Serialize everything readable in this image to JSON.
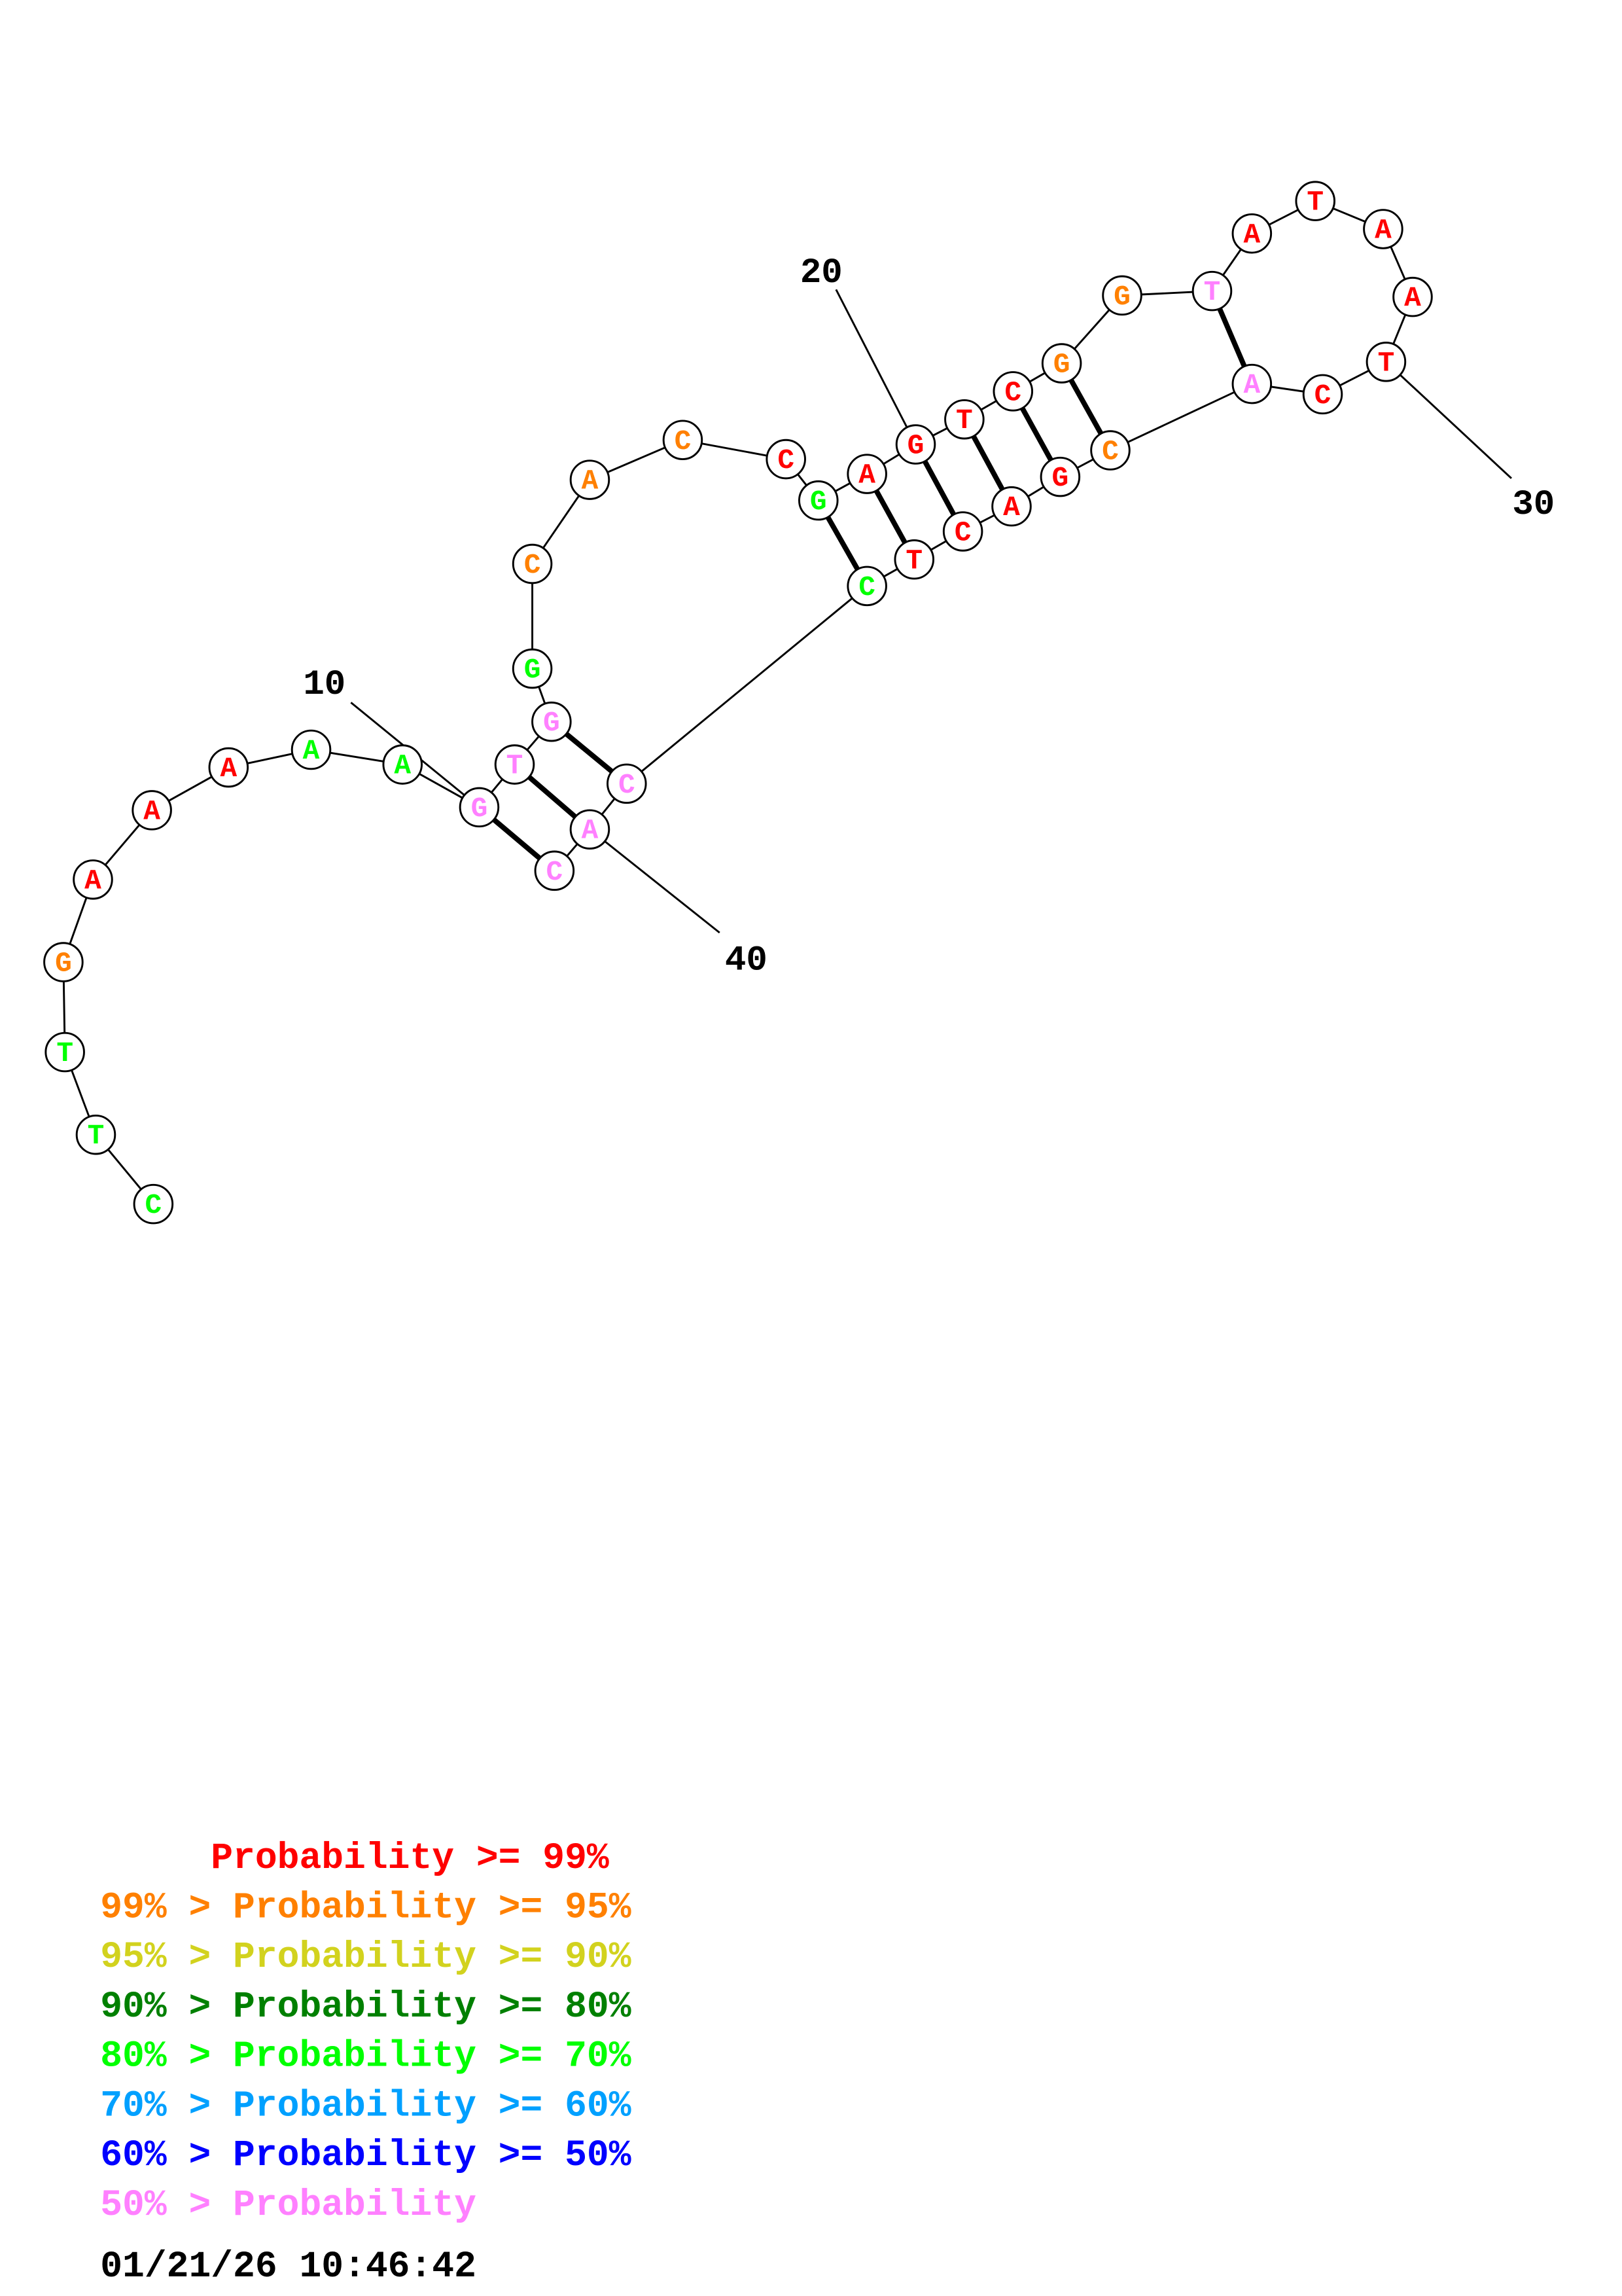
{
  "colors": {
    "p99": "#ff0000",
    "p95": "#ff8000",
    "p90": "#d2d21e",
    "p80": "#008000",
    "p70": "#00ff00",
    "p60": "#00a0ff",
    "p50": "#0000ff",
    "plow": "#ff80ff"
  },
  "sequence": [
    {
      "n": "C",
      "c": "p70"
    },
    {
      "n": "T",
      "c": "p70"
    },
    {
      "n": "T",
      "c": "p70"
    },
    {
      "n": "G",
      "c": "p95"
    },
    {
      "n": "A",
      "c": "p99"
    },
    {
      "n": "A",
      "c": "p99"
    },
    {
      "n": "A",
      "c": "p99"
    },
    {
      "n": "A",
      "c": "p70"
    },
    {
      "n": "A",
      "c": "p70"
    },
    {
      "n": "G",
      "c": "plow"
    },
    {
      "n": "T",
      "c": "plow"
    },
    {
      "n": "G",
      "c": "plow"
    },
    {
      "n": "G",
      "c": "p70"
    },
    {
      "n": "C",
      "c": "p95"
    },
    {
      "n": "A",
      "c": "p95"
    },
    {
      "n": "C",
      "c": "p95"
    },
    {
      "n": "C",
      "c": "p99"
    },
    {
      "n": "G",
      "c": "p70"
    },
    {
      "n": "A",
      "c": "p99"
    },
    {
      "n": "G",
      "c": "p99"
    },
    {
      "n": "T",
      "c": "p99"
    },
    {
      "n": "C",
      "c": "p99"
    },
    {
      "n": "G",
      "c": "p95"
    },
    {
      "n": "G",
      "c": "p95"
    },
    {
      "n": "T",
      "c": "plow"
    },
    {
      "n": "A",
      "c": "p99"
    },
    {
      "n": "T",
      "c": "p99"
    },
    {
      "n": "A",
      "c": "p99"
    },
    {
      "n": "A",
      "c": "p99"
    },
    {
      "n": "T",
      "c": "p99"
    },
    {
      "n": "C",
      "c": "p99"
    },
    {
      "n": "A",
      "c": "plow"
    },
    {
      "n": "C",
      "c": "p95"
    },
    {
      "n": "G",
      "c": "p99"
    },
    {
      "n": "A",
      "c": "p99"
    },
    {
      "n": "C",
      "c": "p99"
    },
    {
      "n": "T",
      "c": "p99"
    },
    {
      "n": "C",
      "c": "p70"
    },
    {
      "n": "C",
      "c": "plow"
    },
    {
      "n": "A",
      "c": "plow"
    },
    {
      "n": "C",
      "c": "plow"
    }
  ],
  "pairs": [
    [
      10,
      41
    ],
    [
      11,
      40
    ],
    [
      12,
      39
    ],
    [
      18,
      38
    ],
    [
      19,
      37
    ],
    [
      20,
      36
    ],
    [
      21,
      35
    ],
    [
      22,
      34
    ],
    [
      23,
      33
    ],
    [
      25,
      32
    ]
  ],
  "position_labels": [
    "10",
    "20",
    "30",
    "40"
  ],
  "legend": [
    {
      "text": "     Probability >= 99%",
      "c": "p99"
    },
    {
      "text": "99% > Probability >= 95%",
      "c": "p95"
    },
    {
      "text": "95% > Probability >= 90%",
      "c": "p90"
    },
    {
      "text": "90% > Probability >= 80%",
      "c": "p80"
    },
    {
      "text": "80% > Probability >= 70%",
      "c": "p70"
    },
    {
      "text": "70% > Probability >= 60%",
      "c": "p60"
    },
    {
      "text": "60% > Probability >= 50%",
      "c": "p50"
    },
    {
      "text": "50% > Probability",
      "c": "plow"
    }
  ],
  "timestamp": "01/21/26 10:46:42"
}
